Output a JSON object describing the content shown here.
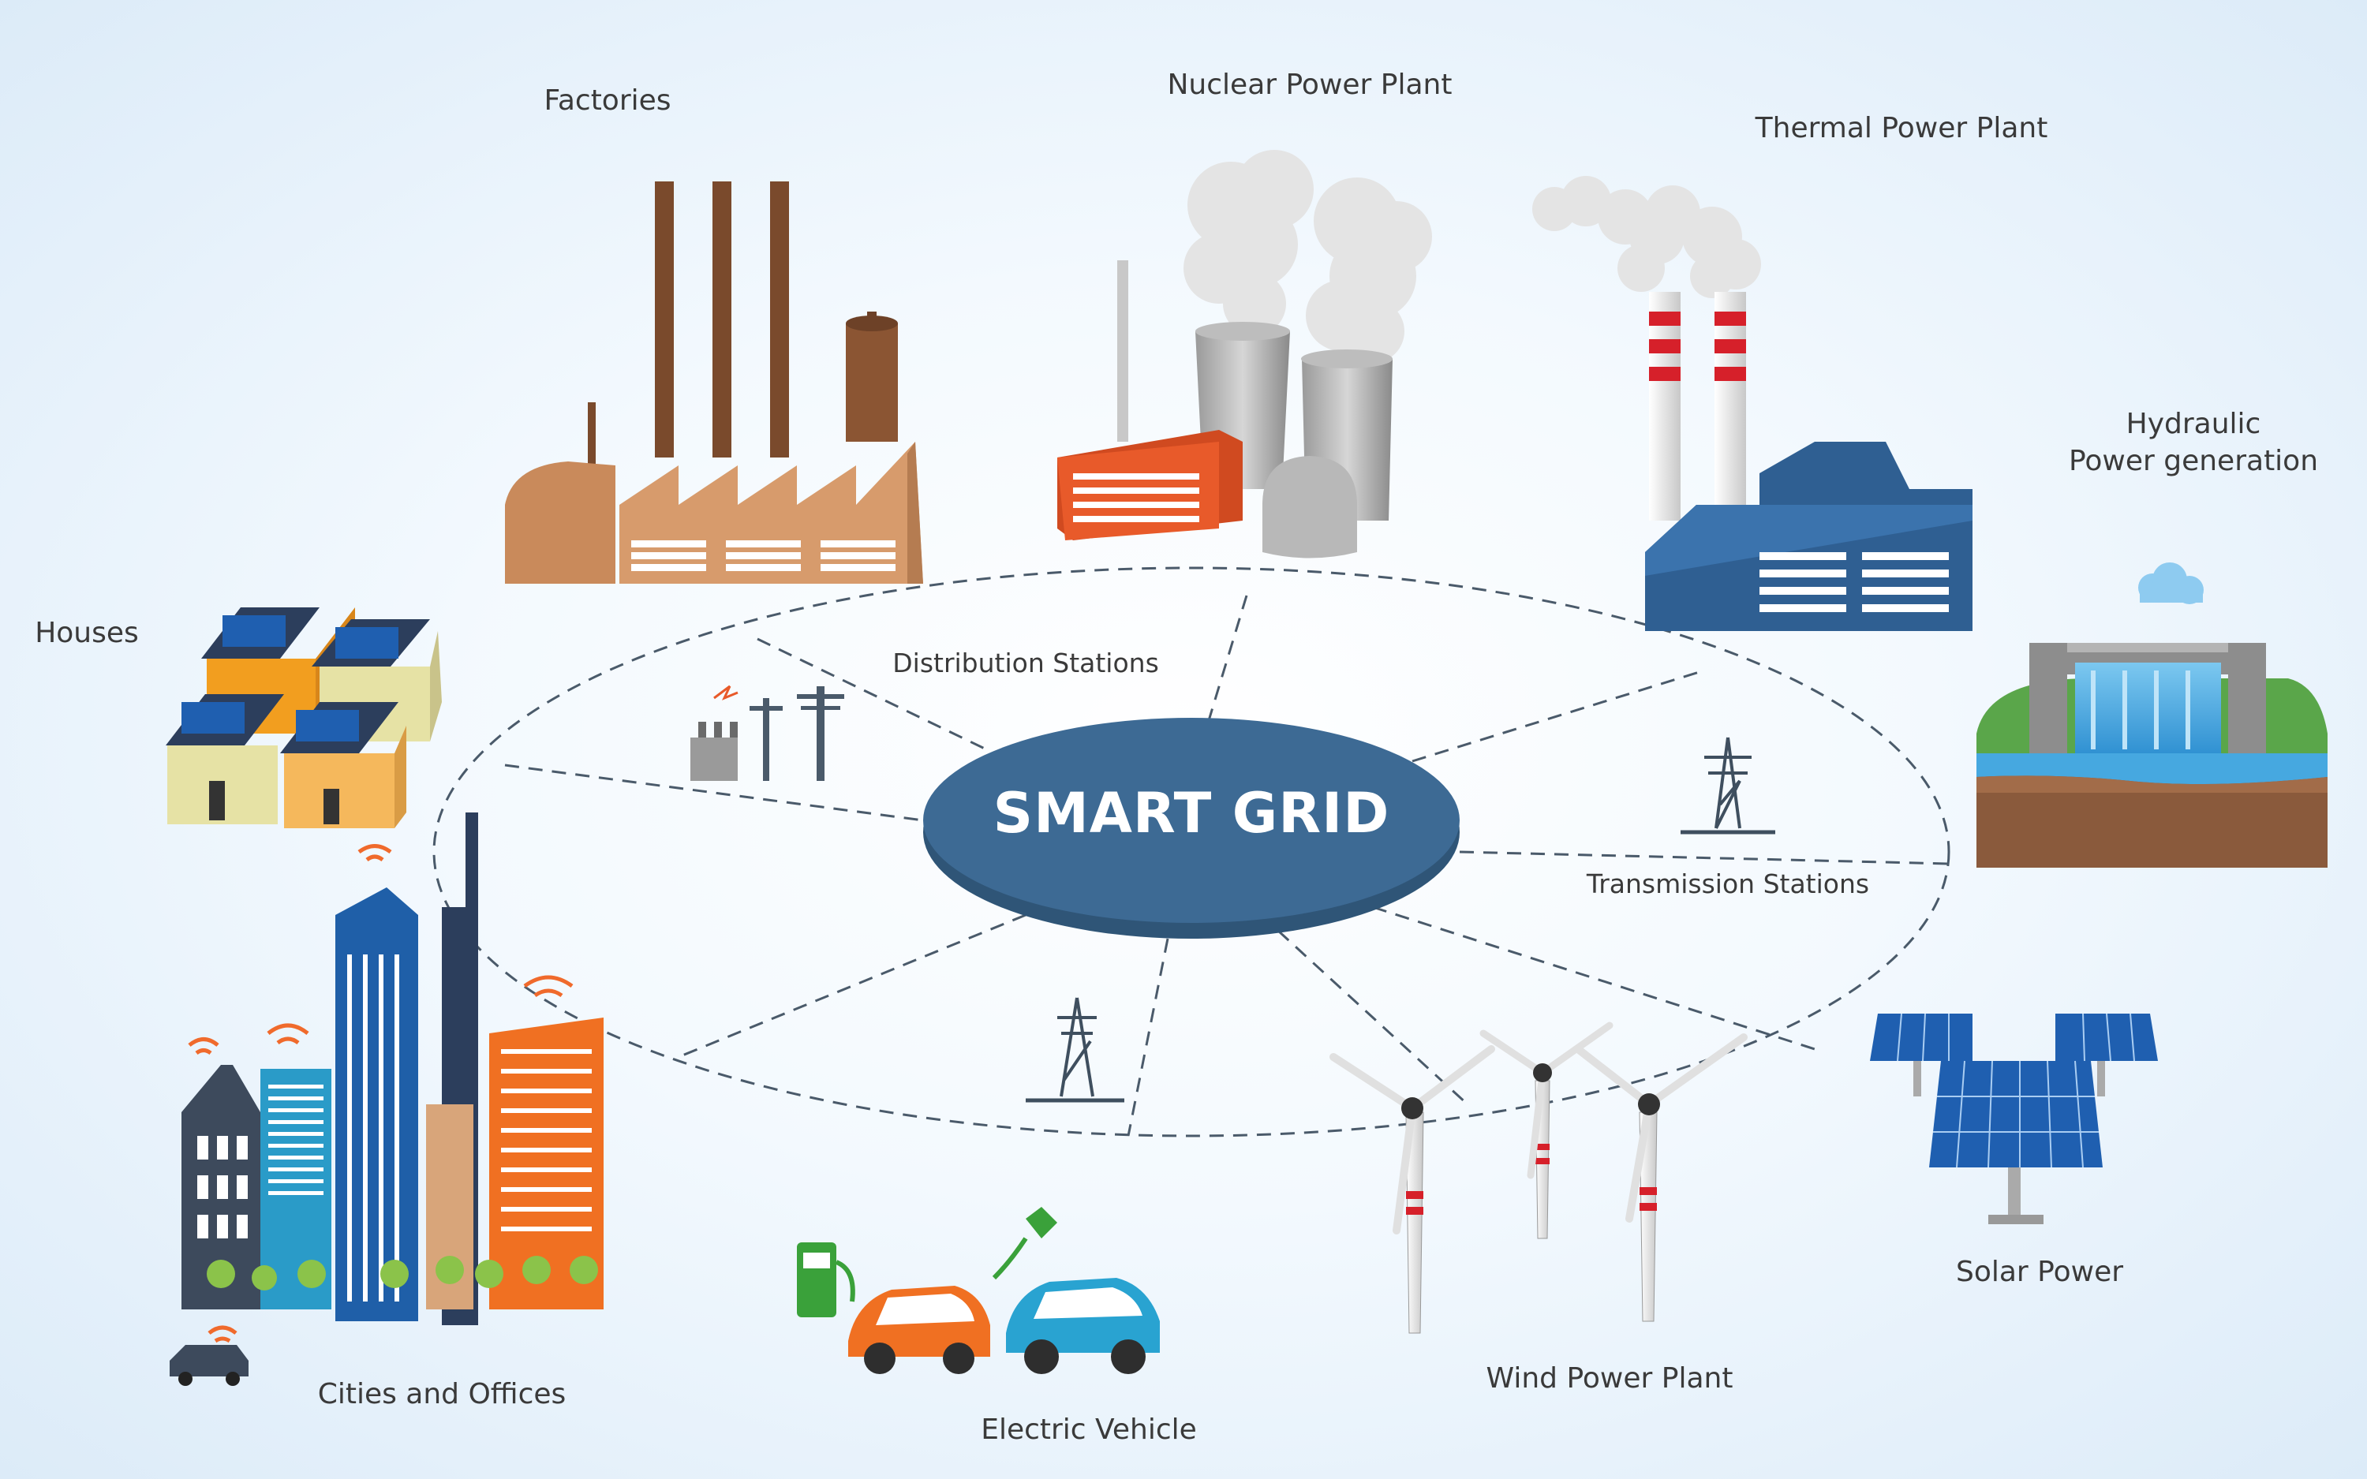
{
  "hub": {
    "title": "SMART GRID"
  },
  "labels": {
    "factories": "Factories",
    "nuclear": "Nuclear Power Plant",
    "thermal": "Thermal Power Plant",
    "hydraulic_line1": "Hydraulic",
    "hydraulic_line2": "Power generation",
    "houses": "Houses",
    "distribution": "Distribution Stations",
    "transmission": "Transmission Stations",
    "solar": "Solar Power",
    "wind": "Wind Power Plant",
    "vehicle": "Electric Vehicle",
    "cities": "Cities and Offices"
  },
  "colors": {
    "hub": "#3d6a94",
    "hub_edge": "#2f5577",
    "brick": "#c98a5b",
    "chimney": "#7a4a2c",
    "nuclear_orange": "#e85a2a",
    "thermal_blue": "#2f5f92",
    "solar_blue": "#1f5fb0",
    "wifi": "#f06a2c"
  },
  "icons": [
    "factory-icon",
    "nuclear-plant-icon",
    "thermal-plant-icon",
    "hydro-dam-icon",
    "houses-icon",
    "distribution-substation-icon",
    "transmission-tower-icon",
    "solar-panels-icon",
    "wind-turbines-icon",
    "electric-vehicle-icon",
    "city-buildings-icon"
  ]
}
